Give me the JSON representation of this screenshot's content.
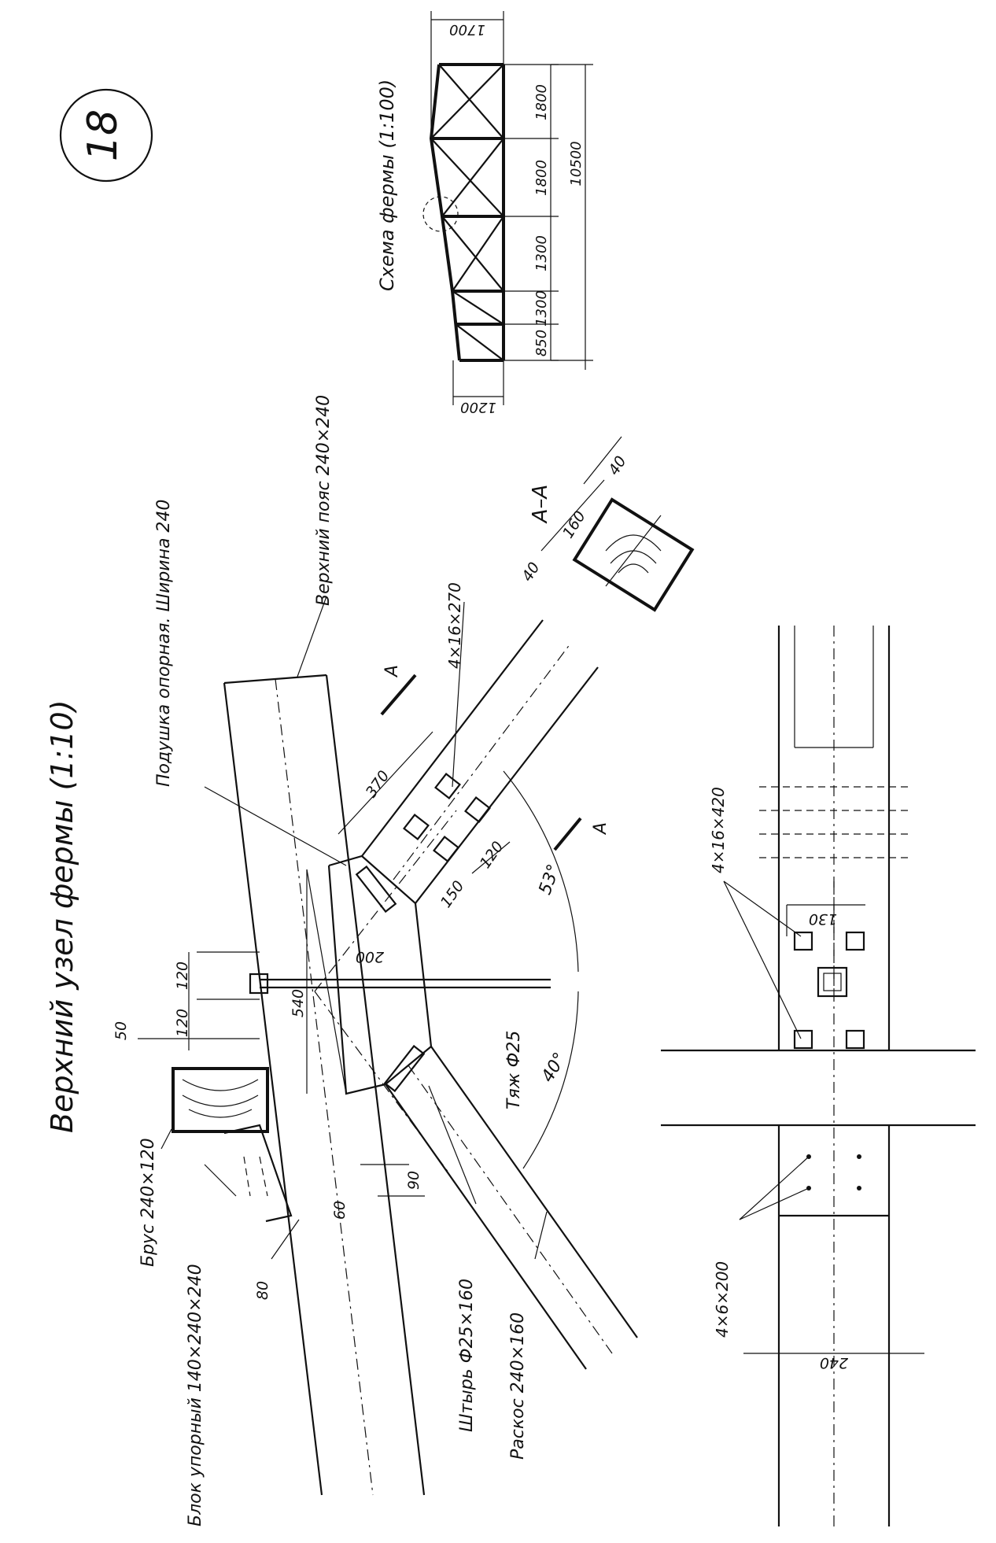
{
  "sheet_number": "18",
  "title": "Верхний  узел  фермы (1:10)",
  "scheme": {
    "title": "Схема фермы (1:100)",
    "dims": [
      "1700",
      "1800",
      "1800",
      "1300",
      "1300",
      "850",
      "10500",
      "1200"
    ]
  },
  "labels": {
    "top_chord": "Верхний  пояс 240×240",
    "pad": "Подушка  опорная. Ширина 240",
    "beam": "Брус 240×120",
    "stop_block": "Блок упорный  140×240×240",
    "pin": "Штырь Ф25×160",
    "brace": "Раскос 240×160",
    "rod": "Тяж Ф25",
    "bolts_top": "4×16×270",
    "bolts_plan": "4×16×420",
    "nails_plan": "4×6×200",
    "section": "А–А",
    "section_mark": "А"
  },
  "dims_main": [
    "370",
    "120",
    "150",
    "200",
    "540",
    "120",
    "120",
    "50",
    "60",
    "90",
    "80",
    "53°",
    "40°"
  ],
  "dims_section": [
    "40",
    "160",
    "40"
  ],
  "dims_plan": [
    "130",
    "240"
  ]
}
